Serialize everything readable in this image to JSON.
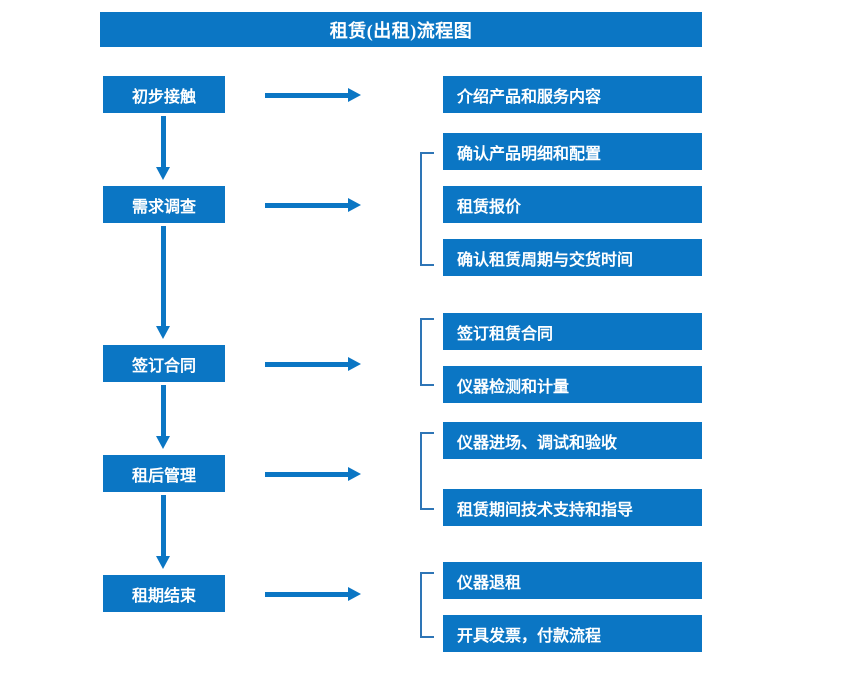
{
  "title": "租赁(出租)流程图",
  "colors": {
    "box_fill": "#0b76c4",
    "box_text": "#ffffff",
    "arrow": "#0b76c4",
    "bracket": "#2e75b6",
    "background": "#ffffff"
  },
  "stages": [
    {
      "label": "初步接触"
    },
    {
      "label": "需求调查"
    },
    {
      "label": "签订合同"
    },
    {
      "label": "租后管理"
    },
    {
      "label": "租期结束"
    }
  ],
  "details": [
    {
      "label": "介绍产品和服务内容"
    },
    {
      "label": "确认产品明细和配置"
    },
    {
      "label": "租赁报价"
    },
    {
      "label": "确认租赁周期与交货时间"
    },
    {
      "label": "签订租赁合同"
    },
    {
      "label": "仪器检测和计量"
    },
    {
      "label": "仪器进场、调试和验收"
    },
    {
      "label": "租赁期间技术支持和指导"
    },
    {
      "label": "仪器退租"
    },
    {
      "label": "开具发票，付款流程"
    }
  ],
  "chart_data": {
    "type": "diagram",
    "title": "租赁(出租)流程图",
    "diagram_kind": "flowchart",
    "orientation": "vertical-with-side-branches",
    "nodes": [
      {
        "stage": "初步接触",
        "order": 1,
        "details": [
          "介绍产品和服务内容"
        ],
        "bracketed": false
      },
      {
        "stage": "需求调查",
        "order": 2,
        "details": [
          "确认产品明细和配置",
          "租赁报价",
          "确认租赁周期与交货时间"
        ],
        "bracketed": true
      },
      {
        "stage": "签订合同",
        "order": 3,
        "details": [
          "签订租赁合同",
          "仪器检测和计量"
        ],
        "bracketed": true
      },
      {
        "stage": "租后管理",
        "order": 4,
        "details": [
          "仪器进场、调试和验收",
          "租赁期间技术支持和指导"
        ],
        "bracketed": true
      },
      {
        "stage": "租期结束",
        "order": 5,
        "details": [
          "仪器退租",
          "开具发票，付款流程"
        ],
        "bracketed": true
      }
    ],
    "edges": [
      {
        "from": "初步接触",
        "to": "需求调查",
        "direction": "down"
      },
      {
        "from": "需求调查",
        "to": "签订合同",
        "direction": "down"
      },
      {
        "from": "签订合同",
        "to": "租后管理",
        "direction": "down"
      },
      {
        "from": "租后管理",
        "to": "租期结束",
        "direction": "down"
      },
      {
        "from": "初步接触",
        "to": "介绍产品和服务内容",
        "direction": "right"
      },
      {
        "from": "需求调查",
        "to": "确认产品明细和配置",
        "direction": "right"
      },
      {
        "from": "签订合同",
        "to": "签订租赁合同",
        "direction": "right"
      },
      {
        "from": "租后管理",
        "to": "仪器进场、调试和验收",
        "direction": "right"
      },
      {
        "from": "租期结束",
        "to": "仪器退租",
        "direction": "right"
      }
    ]
  }
}
